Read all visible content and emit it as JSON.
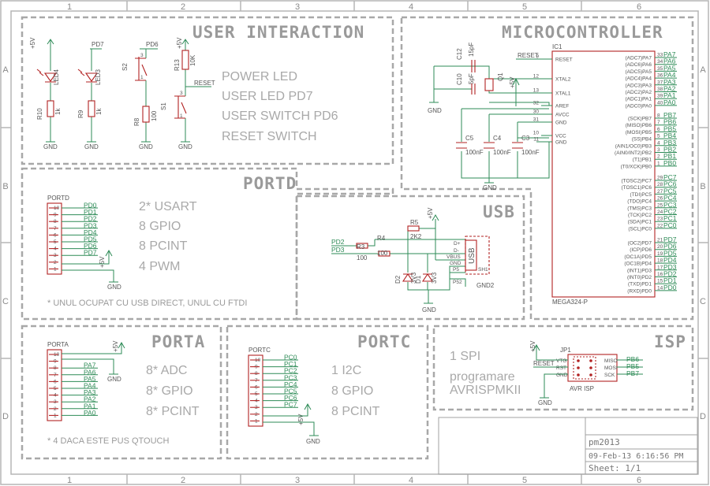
{
  "grid": {
    "columns": [
      "1",
      "2",
      "3",
      "4",
      "5",
      "6"
    ],
    "rows": [
      "A",
      "B",
      "C",
      "D"
    ]
  },
  "sections": {
    "user_interaction": {
      "title": "USER INTERACTION",
      "lines": [
        "POWER LED",
        "USER LED PD7",
        "USER SWITCH PD6",
        "RESET SWITCH"
      ]
    },
    "microcontroller": {
      "title": "MICROCONTROLLER"
    },
    "portd": {
      "title": "PORTD",
      "lines": [
        "2* USART",
        "8 GPIO",
        "8 PCINT",
        "4 PWM"
      ],
      "note": "* UNUL OCUPAT CU USB DIRECT, UNUL CU FTDI"
    },
    "usb": {
      "title": "USB"
    },
    "porta": {
      "title": "PORTA",
      "lines": [
        "8* ADC",
        "8* GPIO",
        "8* PCINT"
      ],
      "note": "* 4 DACA ESTE PUS QTOUCH"
    },
    "portc": {
      "title": "PORTC",
      "lines": [
        "1 I2C",
        "8 GPIO",
        "8 PCINT"
      ]
    },
    "isp": {
      "title": "ISP",
      "lines": [
        "1 SPI",
        "programare",
        "AVRISPMKII"
      ]
    }
  },
  "labels": {
    "plus5v": "+5V",
    "gnd": "GND",
    "gnd2": "GND2",
    "reset": "RESET",
    "pd7": "PD7",
    "pd6": "PD6",
    "led4": "LED4",
    "led3": "LED3",
    "r10": "R10",
    "r9": "R9",
    "r8": "R8",
    "r13": "R13",
    "s1": "S1",
    "s2": "S2",
    "v1k": "1k",
    "v100": "100",
    "v10k": "10K",
    "ic1": "IC1",
    "ic_name": "MEGA324-P",
    "c12": "C12",
    "c10": "C10",
    "c5": "C5",
    "c4": "C4",
    "c3": "C3",
    "c15pf": "15pF",
    "c5pf": "5pF",
    "c100nf": "100nF",
    "q1": "Q1",
    "r3": "R3",
    "r4": "R4",
    "r5": "R5",
    "v2k2": "2K2",
    "d2": "D2",
    "d1": "D1",
    "v3v3": "3V3",
    "usb_part": "USB",
    "jp1": "JP1",
    "avr_isp": "AVR ISP",
    "portd_hdr": "PORTD",
    "porta_hdr": "PORTA",
    "portc_hdr": "PORTC",
    "pd2": "PD2",
    "pd3": "PD3"
  },
  "ic_left_pins": [
    {
      "name": "RESET",
      "num": "9"
    },
    {
      "name": "XTAL2",
      "num": "12"
    },
    {
      "name": "XTAL1",
      "num": "13"
    },
    {
      "name": "AREF",
      "num": "32"
    },
    {
      "name": "AVCC",
      "num": "30"
    },
    {
      "name": "GND",
      "num": "31"
    },
    {
      "name": "VCC",
      "num": "10"
    },
    {
      "name": "GND",
      "num": "11"
    }
  ],
  "ic_right_pins": [
    {
      "name": "(ADC7)PA7",
      "num": "33",
      "net": "PA7"
    },
    {
      "name": "(ADC6)PA6",
      "num": "34",
      "net": "PA6"
    },
    {
      "name": "(ADC5)PA5",
      "num": "35",
      "net": "PA5"
    },
    {
      "name": "(ADC4)PA4",
      "num": "36",
      "net": "PA4"
    },
    {
      "name": "(ADC3)PA3",
      "num": "37",
      "net": "PA3"
    },
    {
      "name": "(ADC2)PA2",
      "num": "38",
      "net": "PA2"
    },
    {
      "name": "(ADC1)PA1",
      "num": "39",
      "net": "PA1"
    },
    {
      "name": "(ADC0)PA0",
      "num": "40",
      "net": "PA0"
    },
    {
      "name": "(SCK)PB7",
      "num": "8",
      "net": "PB7"
    },
    {
      "name": "(MISO)PB6",
      "num": "7",
      "net": "PB6"
    },
    {
      "name": "(MOSI)PB5",
      "num": "6",
      "net": "PB5"
    },
    {
      "name": "(SS)PB4",
      "num": "5",
      "net": "PB4"
    },
    {
      "name": "(AIN1/OC0)PB3",
      "num": "4",
      "net": "PB3"
    },
    {
      "name": "(AIN0/INT2)PB2",
      "num": "3",
      "net": "PB2"
    },
    {
      "name": "(T1)PB1",
      "num": "2",
      "net": "PB1"
    },
    {
      "name": "(T0/XCK)PB0",
      "num": "1",
      "net": "PB0"
    },
    {
      "name": "(TOSC2)PC7",
      "num": "29",
      "net": "PC7"
    },
    {
      "name": "(TOSC1)PC6",
      "num": "28",
      "net": "PC6"
    },
    {
      "name": "(TDI)PC5",
      "num": "27",
      "net": "PC5"
    },
    {
      "name": "(TDO)PC4",
      "num": "26",
      "net": "PC4"
    },
    {
      "name": "(TMS)PC3",
      "num": "25",
      "net": "PC3"
    },
    {
      "name": "(TCK)PC2",
      "num": "24",
      "net": "PC2"
    },
    {
      "name": "(SDA)PC1",
      "num": "23",
      "net": "PC1"
    },
    {
      "name": "(SCL)PC0",
      "num": "22",
      "net": "PC0"
    },
    {
      "name": "(OC2)PD7",
      "num": "21",
      "net": "PD7"
    },
    {
      "name": "(ICP)PD6",
      "num": "20",
      "net": "PD6"
    },
    {
      "name": "(OC1A)PD5",
      "num": "19",
      "net": "PD5"
    },
    {
      "name": "(OC1B)PD4",
      "num": "18",
      "net": "PD4"
    },
    {
      "name": "(INT1)PD3",
      "num": "17",
      "net": "PD3"
    },
    {
      "name": "(INT0)PD2",
      "num": "16",
      "net": "PD2"
    },
    {
      "name": "(TXD)PD1",
      "num": "15",
      "net": "PD1"
    },
    {
      "name": "(RXD)PD0",
      "num": "14",
      "net": "PD0"
    }
  ],
  "portd_pins": [
    {
      "num": "10",
      "net": "PD0"
    },
    {
      "num": "9",
      "net": "PD1"
    },
    {
      "num": "8",
      "net": "PD2"
    },
    {
      "num": "7",
      "net": "PD3"
    },
    {
      "num": "6",
      "net": "PD4"
    },
    {
      "num": "5",
      "net": "PD5"
    },
    {
      "num": "4",
      "net": "PD6"
    },
    {
      "num": "3",
      "net": "PD7"
    },
    {
      "num": "2",
      "net": ""
    },
    {
      "num": "1",
      "net": ""
    }
  ],
  "porta_pins": [
    {
      "num": "10",
      "net": ""
    },
    {
      "num": "9",
      "net": ""
    },
    {
      "num": "8",
      "net": "PA7"
    },
    {
      "num": "7",
      "net": "PA6"
    },
    {
      "num": "6",
      "net": "PA5"
    },
    {
      "num": "5",
      "net": "PA4"
    },
    {
      "num": "4",
      "net": "PA3"
    },
    {
      "num": "3",
      "net": "PA2"
    },
    {
      "num": "2",
      "net": "PA1"
    },
    {
      "num": "1",
      "net": "PA0"
    }
  ],
  "portc_pins": [
    {
      "num": "10",
      "net": "PC0"
    },
    {
      "num": "9",
      "net": "PC1"
    },
    {
      "num": "8",
      "net": "PC2"
    },
    {
      "num": "7",
      "net": "PC3"
    },
    {
      "num": "6",
      "net": "PC4"
    },
    {
      "num": "5",
      "net": "PC5"
    },
    {
      "num": "4",
      "net": "PC6"
    },
    {
      "num": "3",
      "net": "PC7"
    },
    {
      "num": "2",
      "net": ""
    },
    {
      "num": "1",
      "net": ""
    }
  ],
  "usb_pins": [
    "D+",
    "D-",
    "VBUS",
    "GND",
    "P5",
    "SH1",
    "P52"
  ],
  "isp_pins": {
    "left": [
      "VTG",
      "RST",
      "GND"
    ],
    "right": [
      "MISO",
      "MOSI",
      "SCK"
    ],
    "left_nets": [
      "+5V",
      "RESET",
      "GND"
    ],
    "right_nets": [
      "PB6",
      "PB5",
      "PB7"
    ]
  },
  "title_block": {
    "name": "pm2013",
    "date": "09-Feb-13 6:16:56 PM",
    "sheet": "Sheet: 1/1"
  },
  "colors": {
    "wire": "#2e8b57",
    "part": "#b22222",
    "frame": "#b5b5b5",
    "section_text": "#a9a9a9"
  }
}
